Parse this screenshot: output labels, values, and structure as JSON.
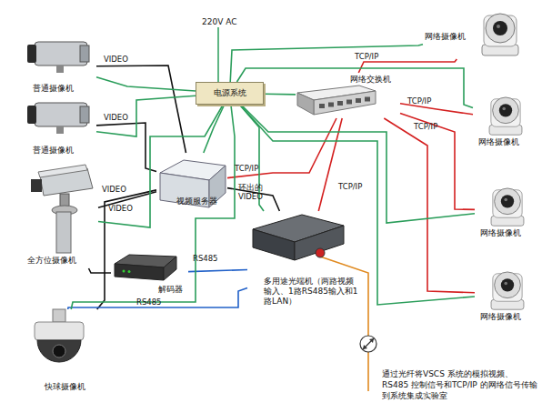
{
  "diagram": {
    "nodes": [
      {
        "text": [
          "普通摄像机"
        ]
      },
      {
        "text": [
          "普通摄像机"
        ]
      },
      {
        "text": [
          "全方位摄像机"
        ]
      },
      {
        "text": [
          "快球摄像机"
        ]
      },
      {
        "text": [
          "电源系统"
        ]
      },
      {
        "text": [
          "视频服务器"
        ]
      },
      {
        "text": [
          "解码器"
        ]
      },
      {
        "text": [
          "网络交换机"
        ]
      },
      {
        "text": [
          "多用途光端机（两路视频输入、1路RS485输入和1路LAN）"
        ]
      },
      {
        "text": [
          "网络摄像机"
        ]
      },
      {
        "text": [
          "网络摄像机"
        ]
      },
      {
        "text": [
          "网络摄像机"
        ]
      },
      {
        "text": [
          "网络摄像机"
        ]
      }
    ],
    "edges": [
      {
        "from": 0,
        "to": 5,
        "arrow": "none",
        "label": "VIDEO"
      },
      {
        "from": 1,
        "to": 5,
        "arrow": "none",
        "label": "VIDEO"
      },
      {
        "from": 2,
        "to": 5,
        "arrow": "none",
        "label": "VIDEO"
      },
      {
        "from": 3,
        "to": 5,
        "arrow": "none",
        "label": "VIDEO"
      },
      {
        "from": 5,
        "to": 7,
        "arrow": "none",
        "label": "TCP/IP"
      },
      {
        "from": 5,
        "to": 8,
        "arrow": "none",
        "label": "环出的VIDEO"
      },
      {
        "from": 6,
        "to": 8,
        "arrow": "none",
        "label": "RS485"
      },
      {
        "from": 8,
        "to": 3,
        "arrow": "none",
        "label": "RS485"
      },
      {
        "from": 6,
        "to": 2,
        "arrow": "none"
      },
      {
        "from": 7,
        "to": 8,
        "arrow": "none",
        "label": "TCP/IP"
      },
      {
        "from": 7,
        "to": 9,
        "arrow": "none",
        "label": "TCP/IP"
      },
      {
        "from": 7,
        "to": 10,
        "arrow": "none",
        "label": "TCP/IP"
      },
      {
        "from": 7,
        "to": 11,
        "arrow": "none",
        "label": "TCP/IP"
      },
      {
        "from": 7,
        "to": 12,
        "arrow": "none"
      },
      {
        "from": 4,
        "to": 0,
        "arrow": "none"
      },
      {
        "from": 4,
        "to": 1,
        "arrow": "none"
      },
      {
        "from": 4,
        "to": 5,
        "arrow": "none"
      },
      {
        "from": 4,
        "to": 2,
        "arrow": "none"
      },
      {
        "from": 4,
        "to": 3,
        "arrow": "none"
      },
      {
        "from": 4,
        "to": 8,
        "arrow": "none"
      },
      {
        "from": 4,
        "to": 7,
        "arrow": "none"
      },
      {
        "from": 4,
        "to": 9,
        "arrow": "none"
      },
      {
        "from": 4,
        "to": 10,
        "arrow": "none"
      },
      {
        "from": 4,
        "to": 11,
        "arrow": "none"
      },
      {
        "from": 4,
        "to": 12,
        "arrow": "none"
      }
    ],
    "labels": [
      "220V AC",
      "通过光纤将VSCS 系统的模拟视频、RS485 控制信号和TCP/IP 的网络信号传输到系统集成实验室"
    ]
  }
}
